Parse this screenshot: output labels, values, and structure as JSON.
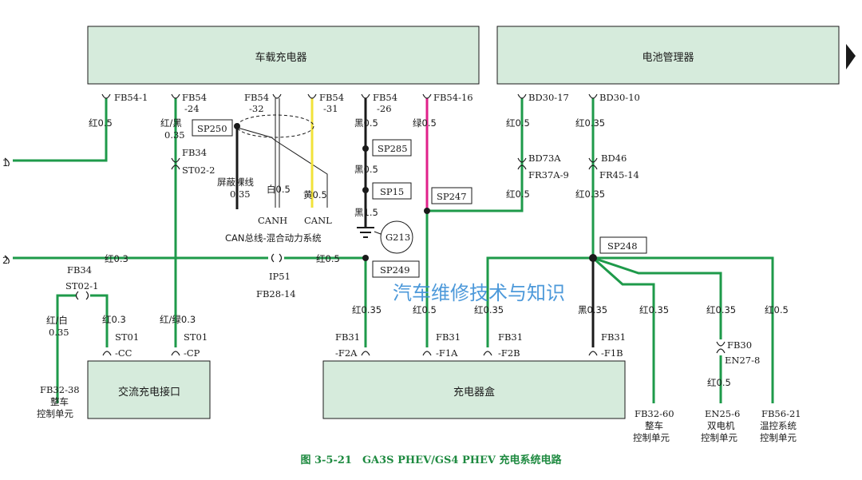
{
  "modules": {
    "obc": "车载充电器",
    "bms": "电池管理器",
    "ac_port": "交流充电接口",
    "charger_box": "充电器盒"
  },
  "wires": {
    "w1_conn": "FB54-1",
    "w1_color": "红0.5",
    "w2_conn_a": "FB54",
    "w2_conn_b": "-24",
    "w2_color_a": "红/黑",
    "w2_color_b": "0.35",
    "w2_conn2": "FB34",
    "w2_conn3": "ST02-2",
    "can_conn32_a": "FB54",
    "can_conn32_b": "-32",
    "can_conn31_a": "FB54",
    "can_conn31_b": "-31",
    "sp250": "SP250",
    "shield_a": "屏蔽裸线",
    "shield_b": "0.35",
    "white": "白0.5",
    "yellow": "黄0.5",
    "canh": "CANH",
    "canl": "CANL",
    "can_system": "CAN总线-混合动力系统",
    "w26_conn_a": "FB54",
    "w26_conn_b": "-26",
    "black1": "黑0.5",
    "sp285": "SP285",
    "black2": "黑0.5",
    "sp15": "SP15",
    "black3": "黑1.5",
    "g213": "G213",
    "w16_conn": "FB54-16",
    "magenta": "绿0.5",
    "sp247": "SP247",
    "bd3017": "BD30-17",
    "red05a": "红0.5",
    "bd73a": "BD73A",
    "fr379": "FR37A-9",
    "red05b": "红0.5",
    "bd3010": "BD30-10",
    "red035a": "红0.35",
    "bd46": "BD46",
    "fr4514": "FR45-14",
    "red035b": "红0.35",
    "sp248": "SP248",
    "sp249": "SP249",
    "row2_fb34": "FB34",
    "row2_red03": "红0.3",
    "ip51": "IP51",
    "fb2814": "FB28-14",
    "row2_red05": "红0.5",
    "st021": "ST02-1",
    "redwhite_a": "红/白",
    "redwhite_b": "0.35",
    "fb3238": "FB32-38",
    "vcu1_a": "整车",
    "vcu1_b": "控制单元",
    "red03b": "红0.3",
    "st01_a": "ST01",
    "cc": "-CC",
    "redgreen": "红/绿0.3",
    "st01_b": "ST01",
    "cp": "-CP",
    "red035c": "红0.35",
    "fb31a": "FB31",
    "f2a": "-F2A",
    "red05c": "红0.5",
    "fb31b": "FB31",
    "f1a": "-F1A",
    "red035d": "红0.35",
    "fb31c": "FB31",
    "f2b": "-F2B",
    "black035": "黑0.35",
    "fb31d": "FB31",
    "f1b": "-F1B",
    "red035e": "红0.35",
    "fb3260": "FB32-60",
    "vcu2_a": "整车",
    "vcu2_b": "控制单元",
    "red035f": "红0.35",
    "fb30": "FB30",
    "en278": "EN27-8",
    "red05d": "红0.5",
    "en256": "EN25-6",
    "motor_a": "双电机",
    "motor_b": "控制单元",
    "red05e": "红0.5",
    "fb5621": "FB56-21",
    "hvac_a": "温控系统",
    "hvac_b": "控制单元",
    "left1": "1",
    "left2": "2"
  },
  "watermark": "汽车维修技术与知识",
  "caption": "图 3-5-21　GA3S PHEV/GS4 PHEV 充电系统电路",
  "colors": {
    "module_fill": "#d6ebdc",
    "wire_green": "#1e9a4a",
    "wire_black": "#1a1a1a",
    "wire_magenta": "#e0218a",
    "wire_yellow": "#f2e23a",
    "caption": "#1e8a40",
    "watermark": "#3a8fd6"
  }
}
